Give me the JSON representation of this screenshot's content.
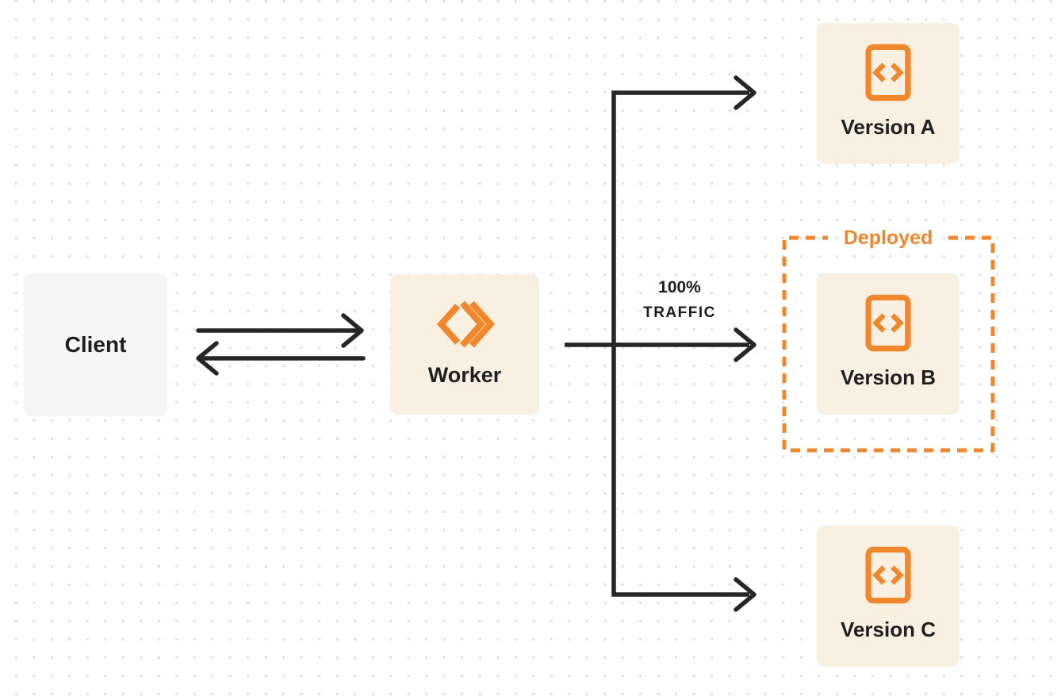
{
  "diagram": {
    "nodes": {
      "client": {
        "label": "Client"
      },
      "worker": {
        "label": "Worker"
      },
      "version_a": {
        "label": "Version A"
      },
      "version_b": {
        "label": "Version B"
      },
      "version_c": {
        "label": "Version C"
      }
    },
    "labels": {
      "traffic_pct": "100%",
      "traffic_word": "TRAFFIC",
      "deployed": "Deployed"
    },
    "icons": {
      "worker_icon": "cloudflare-workers-logo",
      "version_icon": "code-file"
    },
    "colors": {
      "accent_orange": "#F0872D",
      "node_cream": "#FAF0E2",
      "node_gray": "#F5F5F6",
      "connector_dark": "#262626",
      "dot_grid": "#E2E2E4"
    }
  }
}
